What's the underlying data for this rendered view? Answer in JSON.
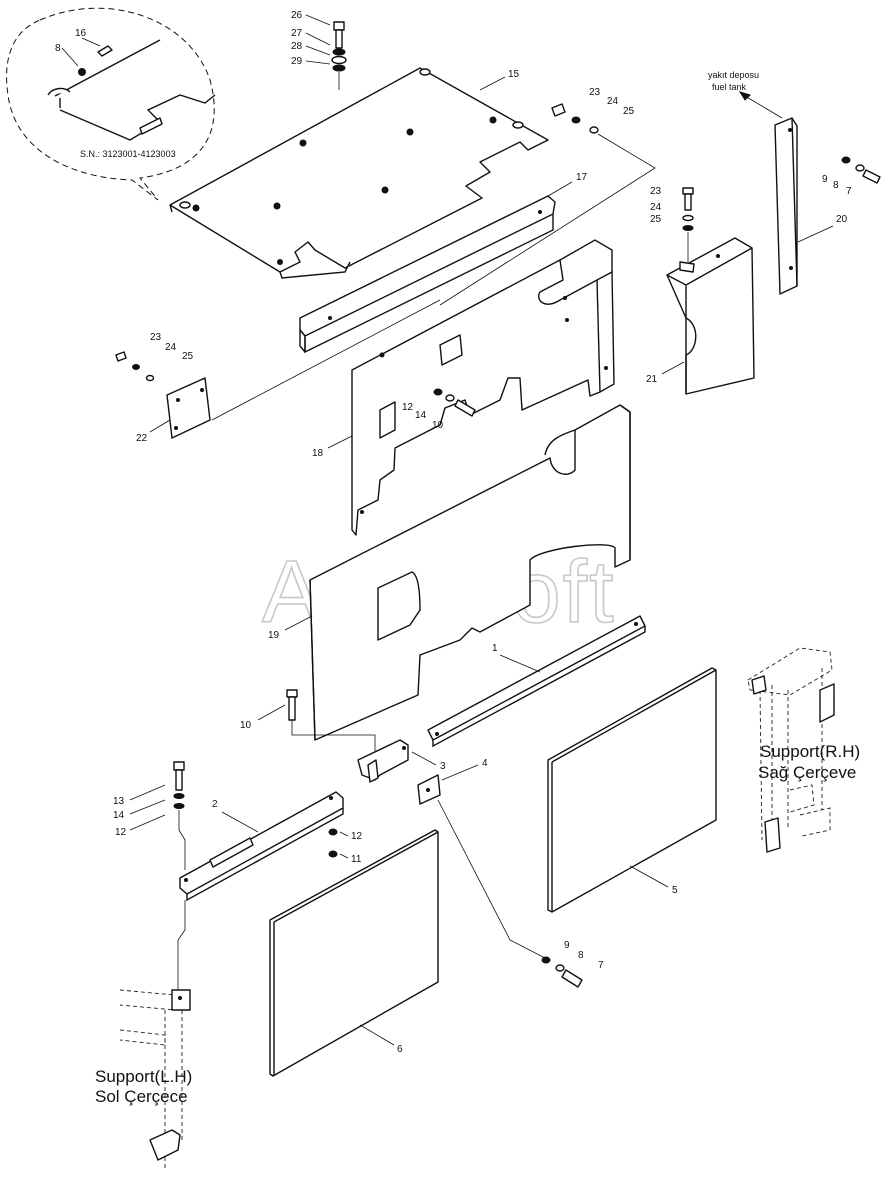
{
  "watermark": "AutoSoft",
  "serial_note": "S.N.: 3123001-4123003",
  "fuel_tank_label_tr": "yakıt deposu",
  "fuel_tank_label_en": "fuel tank",
  "support_rh_en": "Support(R.H)",
  "support_rh_tr": "Sağ Çerçeve",
  "support_lh_en": "Support(L.H)",
  "support_lh_tr": "Sol Çerçece",
  "callouts": {
    "c1": "1",
    "c2": "2",
    "c3": "3",
    "c4": "4",
    "c5": "5",
    "c6": "6",
    "c7a": "7",
    "c7b": "7",
    "c8a": "8",
    "c8b": "8",
    "c8c": "8",
    "c9a": "9",
    "c9b": "9",
    "c10a": "10",
    "c10b": "10",
    "c11": "11",
    "c12a": "12",
    "c12b": "12",
    "c12c": "12",
    "c13": "13",
    "c14a": "14",
    "c14b": "14",
    "c15": "15",
    "c16": "16",
    "c17": "17",
    "c18": "18",
    "c19": "19",
    "c20": "20",
    "c21": "21",
    "c22": "22",
    "c23a": "23",
    "c23b": "23",
    "c23c": "23",
    "c24a": "24",
    "c24b": "24",
    "c24c": "24",
    "c25a": "25",
    "c25b": "25",
    "c25c": "25",
    "c26": "26",
    "c27": "27",
    "c28": "28",
    "c29": "29"
  }
}
